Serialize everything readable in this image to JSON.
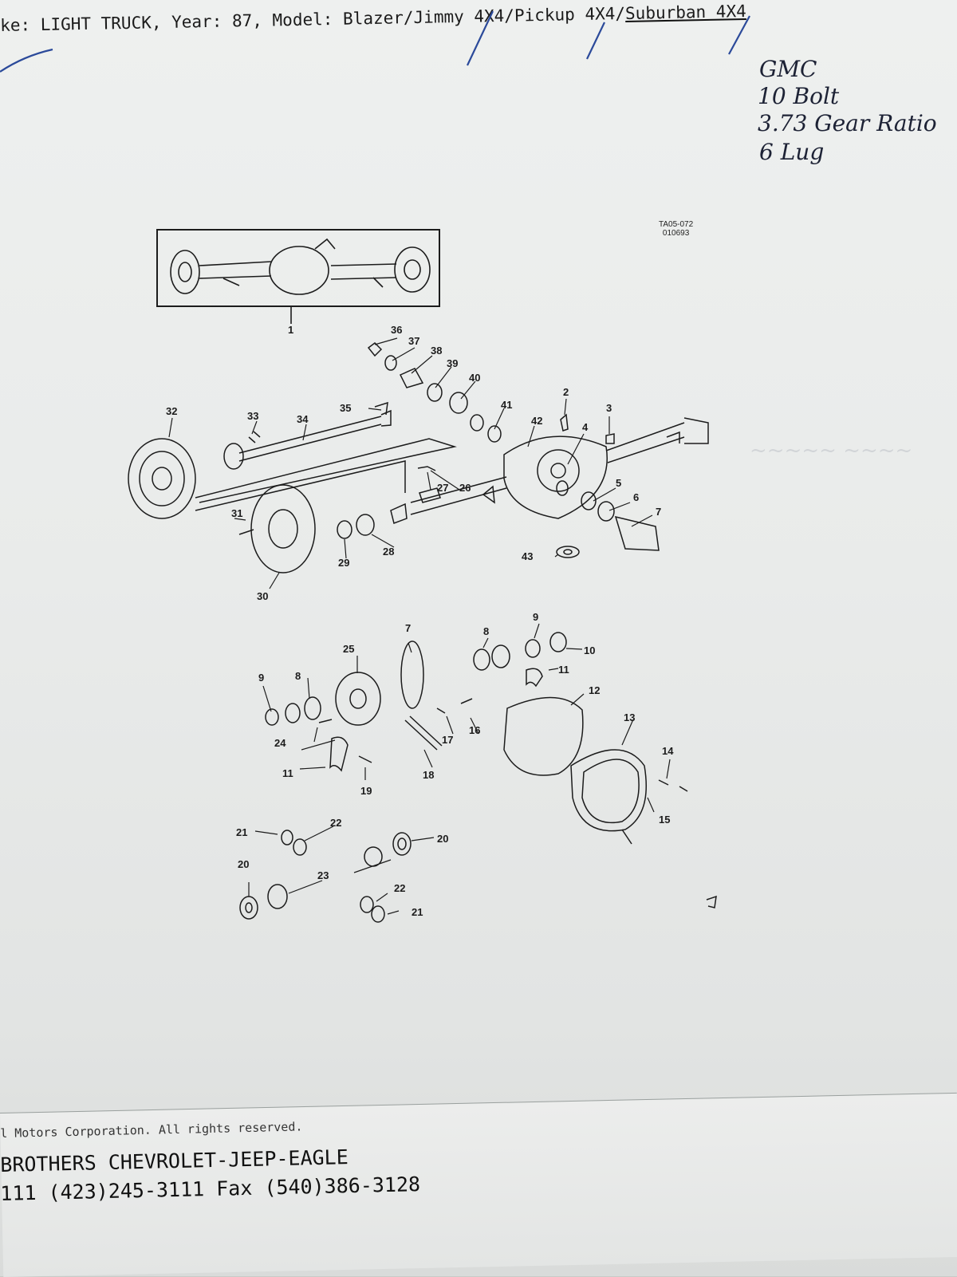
{
  "header": {
    "prefix": "ke: LIGHT TRUCK, Year: 87, Model: ",
    "model_a": "Blazer",
    "sep1": "/",
    "model_b": "Jimmy 4X4",
    "sep2": "/",
    "model_c": "Pickup 4X4",
    "sep3": "/",
    "model_d": "Suburban 4X4"
  },
  "handwritten_notes": [
    "GMC",
    "10 Bolt",
    "3.73 Gear Ratio",
    "6 Lug"
  ],
  "figure_id": [
    "TA05-072",
    "010693"
  ],
  "footer": {
    "copyright": "l Motors Corporation. All rights reserved.",
    "dealer": "BROTHERS CHEVROLET-JEEP-EAGLE",
    "phone_line": "111 (423)245-3111 Fax (540)386-3128"
  },
  "callouts": {
    "c1": "1",
    "c2": "2",
    "c3": "3",
    "c4": "4",
    "c5": "5",
    "c6": "6",
    "c7": "7",
    "c26": "26",
    "c27": "27",
    "c28": "28",
    "c29": "29",
    "c30": "30",
    "c31": "31",
    "c32": "32",
    "c33": "33",
    "c34": "34",
    "c35": "35",
    "c36": "36",
    "c37": "37",
    "c38": "38",
    "c39": "39",
    "c40": "40",
    "c41": "41",
    "c42": "42",
    "c43": "43",
    "d7": "7",
    "d8a": "8",
    "d8b": "8",
    "d9a": "9",
    "d9b": "9",
    "d10": "10",
    "d11a": "11",
    "d11b": "11",
    "d12": "12",
    "d13": "13",
    "d14": "14",
    "d15": "15",
    "d16": "16",
    "d17": "17",
    "d18": "18",
    "d19": "19",
    "d20a": "20",
    "d20b": "20",
    "d21a": "21",
    "d21b": "21",
    "d22a": "22",
    "d22b": "22",
    "d23": "23",
    "d24": "24",
    "d25": "25"
  }
}
